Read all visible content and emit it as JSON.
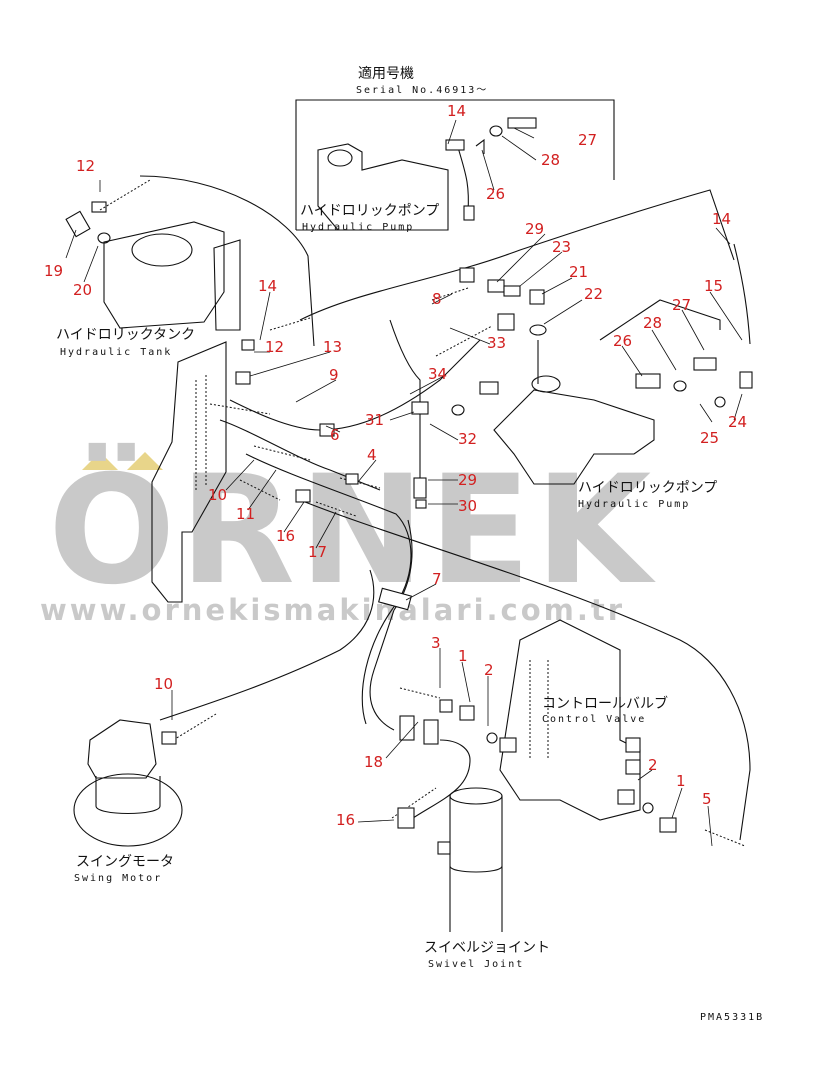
{
  "applicable_box": {
    "title_jp": "適用号機",
    "title_en": "Serial No.46913～"
  },
  "captions": {
    "hydraulic_pump_inset": {
      "jp": "ハイドロリックポンプ",
      "en": "Hydraulic Pump"
    },
    "hydraulic_tank": {
      "jp": "ハイドロリックタンク",
      "en": "Hydraulic Tank"
    },
    "hydraulic_pump": {
      "jp": "ハイドロリックポンプ",
      "en": "Hydraulic Pump"
    },
    "control_valve": {
      "jp": "コントロールバルブ",
      "en": "Control Valve"
    },
    "swing_motor": {
      "jp": "スイングモータ",
      "en": "Swing Motor"
    },
    "swivel_joint": {
      "jp": "スイベルジョイント",
      "en": "Swivel Joint"
    }
  },
  "part_labels": [
    "14",
    "27",
    "28",
    "26",
    "14",
    "29",
    "23",
    "21",
    "22",
    "12",
    "19",
    "20",
    "14",
    "12",
    "13",
    "8",
    "33",
    "15",
    "27",
    "28",
    "26",
    "9",
    "34",
    "31",
    "6",
    "32",
    "4",
    "29",
    "30",
    "25",
    "24",
    "10",
    "11",
    "16",
    "17",
    "7",
    "3",
    "1",
    "2",
    "10",
    "18",
    "2",
    "1",
    "5",
    "16"
  ],
  "drawing_code": "PMA5331B",
  "watermark": {
    "brand": "ÖRNEK",
    "url": "www.ornekismakinalari.com.tr"
  },
  "colors": {
    "label_red": "#d22020",
    "line": "#111111",
    "watermark_gray": "#c9c9c9",
    "watermark_accent": "#e8d58a"
  }
}
